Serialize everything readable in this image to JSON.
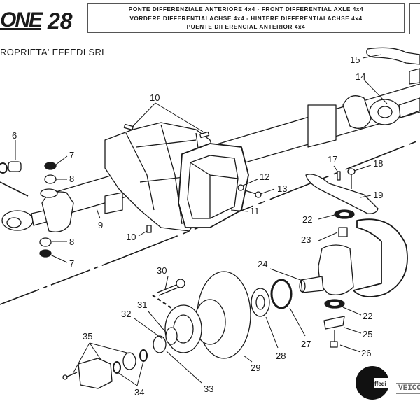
{
  "header": {
    "brand": "ONE",
    "page_number": "28",
    "title_lines": [
      "PONTE DIFFERENZIALE ANTERIORE 4x4 - FRONT DIFFERENTIAL AXLE 4x4",
      "VORDERE DIFFERENTIALACHSE 4x4 - HINTERE DIFFERENTIALACHSE 4x4",
      "PUENTE DIFERENCIAL ANTERIOR 4x4"
    ]
  },
  "owner_notice": "ROPRIETA' EFFEDI SRL",
  "logo": {
    "text": "ffedi",
    "tagline": "VEICO"
  },
  "diagram": {
    "title": "Exploded view - front differential axle 4x4",
    "callouts": [
      {
        "id": "c6",
        "label": "6"
      },
      {
        "id": "c7a",
        "label": "7"
      },
      {
        "id": "c8a",
        "label": "8"
      },
      {
        "id": "c8b",
        "label": "8"
      },
      {
        "id": "c7b",
        "label": "7"
      },
      {
        "id": "c9",
        "label": "9"
      },
      {
        "id": "c10a",
        "label": "10"
      },
      {
        "id": "c10b",
        "label": "10"
      },
      {
        "id": "c11",
        "label": "11"
      },
      {
        "id": "c12",
        "label": "12"
      },
      {
        "id": "c13",
        "label": "13"
      },
      {
        "id": "c14",
        "label": "14"
      },
      {
        "id": "c15",
        "label": "15"
      },
      {
        "id": "c17",
        "label": "17"
      },
      {
        "id": "c18",
        "label": "18"
      },
      {
        "id": "c19",
        "label": "19"
      },
      {
        "id": "c22a",
        "label": "22"
      },
      {
        "id": "c23",
        "label": "23"
      },
      {
        "id": "c24",
        "label": "24"
      },
      {
        "id": "c22b",
        "label": "22"
      },
      {
        "id": "c25",
        "label": "25"
      },
      {
        "id": "c26",
        "label": "26"
      },
      {
        "id": "c27",
        "label": "27"
      },
      {
        "id": "c28",
        "label": "28"
      },
      {
        "id": "c29",
        "label": "29"
      },
      {
        "id": "c30",
        "label": "30"
      },
      {
        "id": "c31",
        "label": "31"
      },
      {
        "id": "c32",
        "label": "32"
      },
      {
        "id": "c33",
        "label": "33"
      },
      {
        "id": "c34",
        "label": "34"
      },
      {
        "id": "c35",
        "label": "35"
      }
    ]
  }
}
